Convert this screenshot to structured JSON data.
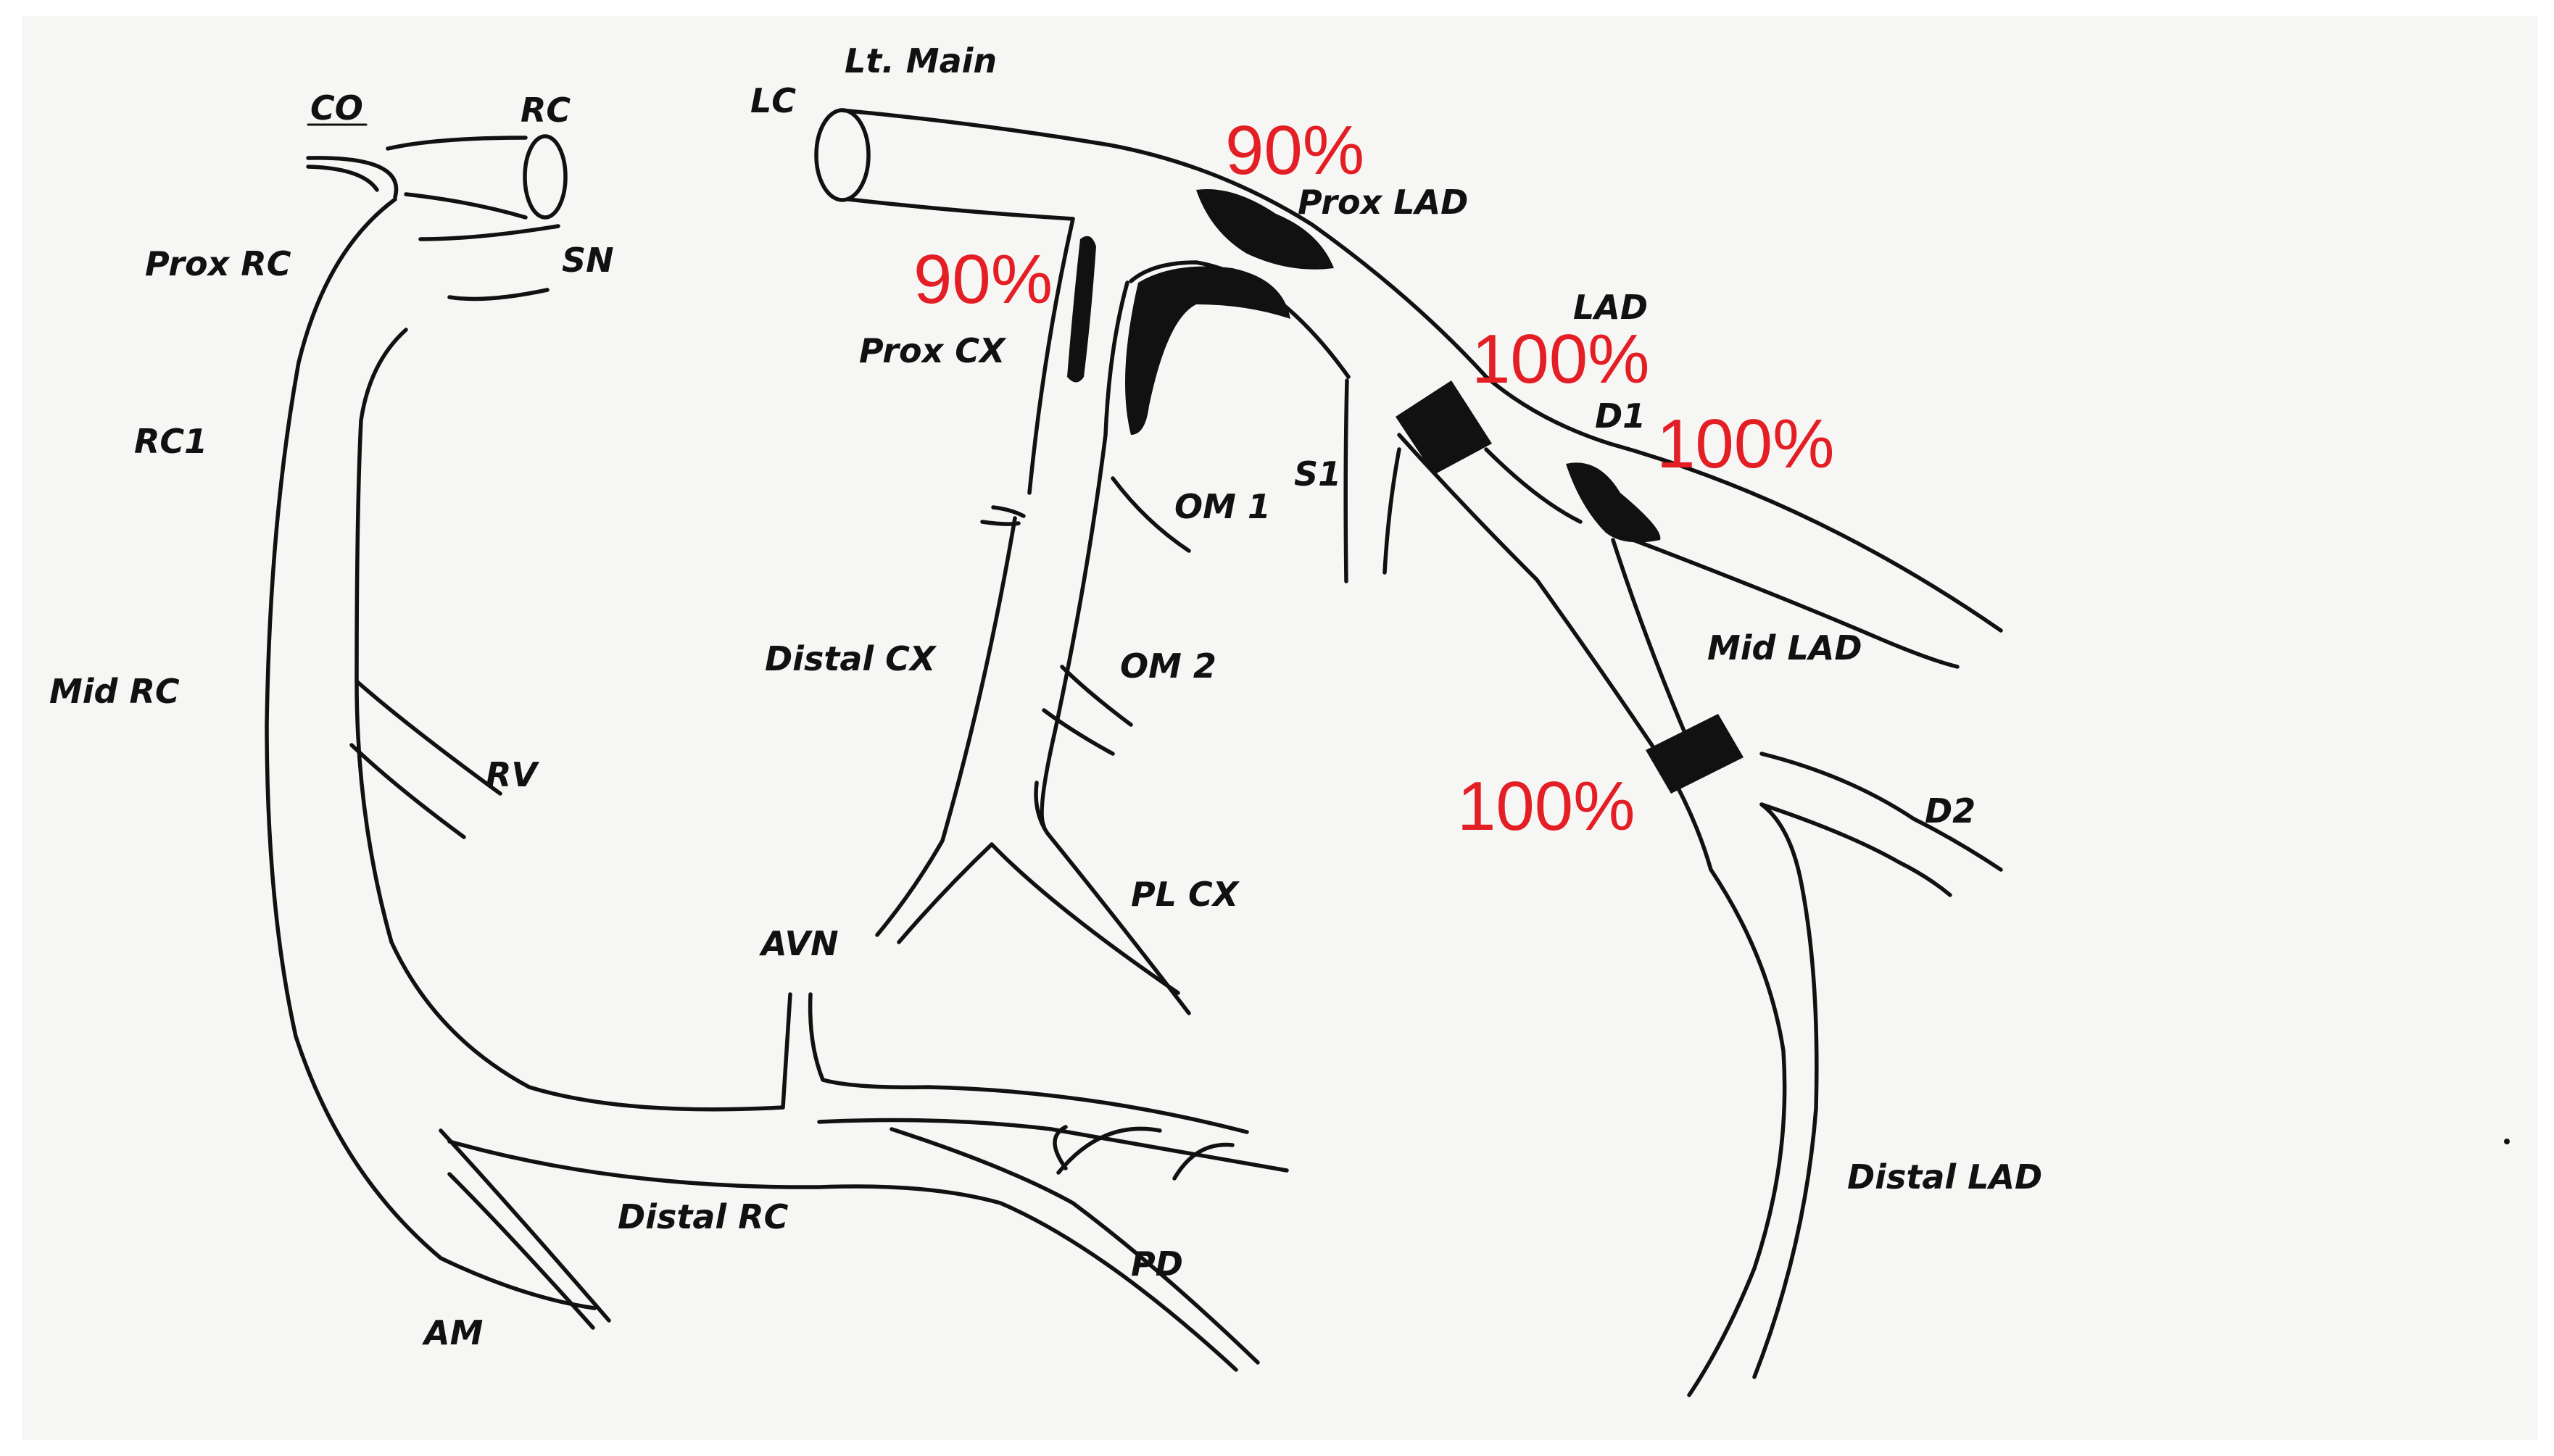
{
  "colors": {
    "background": "#f6f6f4",
    "vessel": "#111111",
    "stenosis_label": "#e31e24"
  },
  "labels": {
    "co": "CO",
    "rc": "RC",
    "lc": "LC",
    "lt_main": "Lt. Main",
    "prox_rc": "Prox RC",
    "sn": "SN",
    "rc1": "RC1",
    "mid_rc": "Mid RC",
    "rv": "RV",
    "am": "AM",
    "distal_rc": "Distal RC",
    "pd": "PD",
    "avn": "AVN",
    "prox_cx": "Prox CX",
    "om1": "OM 1",
    "distal_cx": "Distal CX",
    "om2": "OM 2",
    "pl_cx": "PL CX",
    "s1": "S1",
    "prox_lad": "Prox LAD",
    "lad": "LAD",
    "d1": "D1",
    "mid_lad": "Mid LAD",
    "d2": "D2",
    "distal_lad": "Distal LAD"
  },
  "stenoses": {
    "prox_lad": "90%",
    "prox_cx": "90%",
    "lad": "100%",
    "d1": "100%",
    "mid_lad": "100%"
  }
}
